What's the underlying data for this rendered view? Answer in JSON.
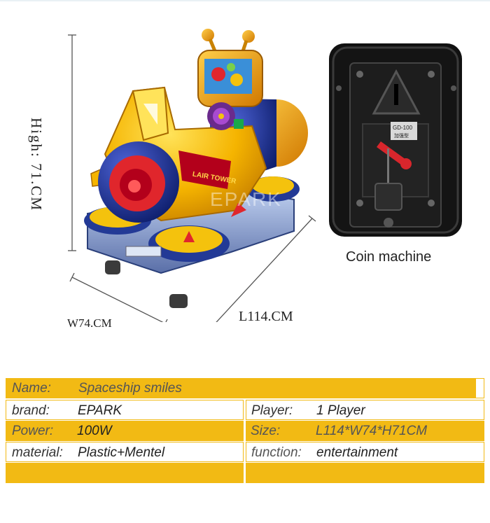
{
  "dimensions": {
    "high": "High: 71.CM",
    "width": "W74.CM",
    "length": "L114.CM"
  },
  "coin_caption": "Coin machine",
  "coin_photo": {
    "selector_label_line1": "GD-100",
    "selector_label_line2": "加强型"
  },
  "ride": {
    "body_text": "LAIR TOWER",
    "watermark": "EPARK"
  },
  "specs": {
    "name_label": "Name:",
    "name_value": "Spaceship smiles",
    "brand_label": "brand:",
    "brand_value": "EPARK",
    "player_label": "Player:",
    "player_value": "1 Player",
    "power_label": "Power:",
    "power_value": "100W",
    "size_label": "Size:",
    "size_value": "L114*W74*H71CM",
    "material_label": "material:",
    "material_value": "Plastic+Mentel",
    "function_label": "function:",
    "function_value": "entertainment"
  },
  "colors": {
    "accent_yellow": "#f2ba14",
    "ride_yellow": "#f5b400",
    "ride_blue": "#1b2f8a",
    "ride_red": "#e0262c"
  }
}
